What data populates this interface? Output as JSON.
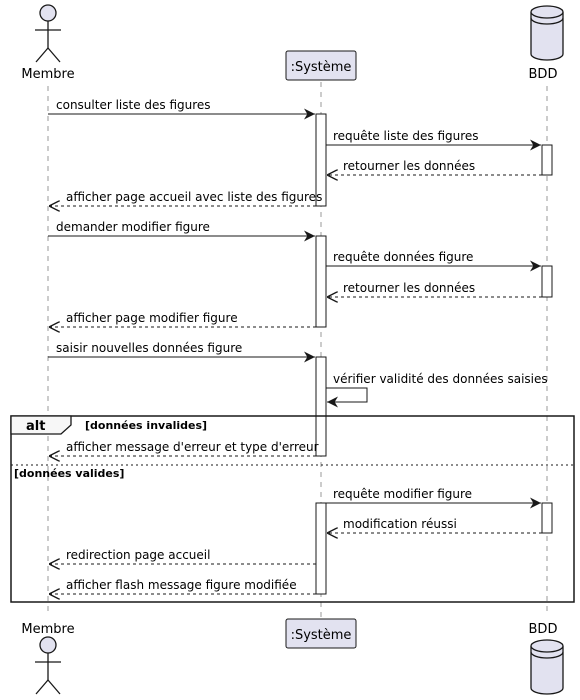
{
  "participants": {
    "membre": "Membre",
    "systeme": ":Système",
    "bdd": "BDD"
  },
  "messages": [
    "consulter liste des figures",
    "requête liste des figures",
    "retourner les données",
    "afficher page accueil avec liste des figures",
    "demander modifier figure",
    "requête données figure",
    "retourner les données",
    "afficher page modifier figure",
    "saisir nouvelles données figure",
    "vérifier validité des données saisies",
    "afficher message d'erreur et type d'erreur",
    "requête modifier figure",
    "modification réussi",
    "redirection page accueil",
    "afficher flash message figure modifiée"
  ],
  "fragment": {
    "keyword": "alt",
    "guard_1": "[données invalides]",
    "guard_2": "[données valides]"
  },
  "colors": {
    "participant_fill": "#e2e2f0",
    "participant_stroke": "#181818",
    "lifeline": "#9a9a9a",
    "arrow": "#181818"
  }
}
